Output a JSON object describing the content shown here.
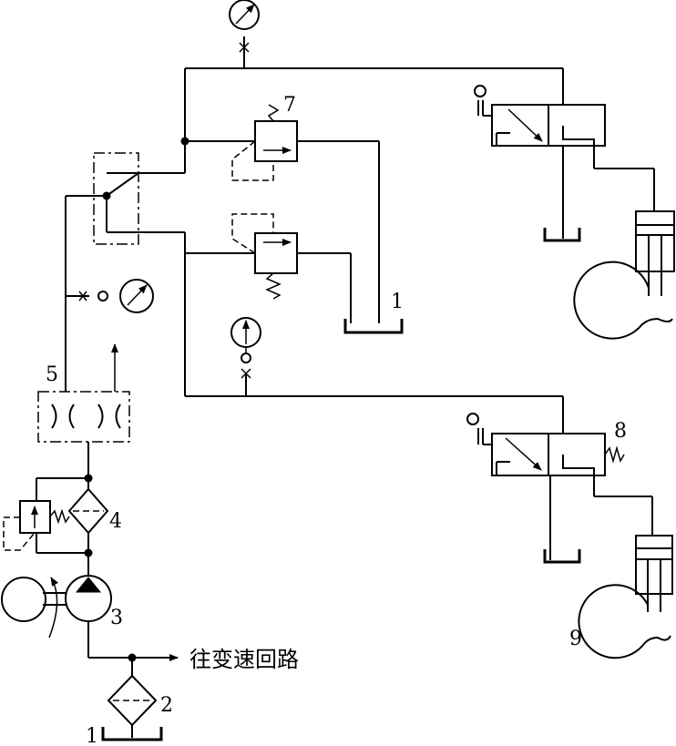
{
  "labels": {
    "tank_bottom": "1",
    "tank_middle": "1",
    "filter": "2",
    "pump": "3",
    "filter_bypass": "4",
    "throttle_block": "5",
    "relief_valve": "7",
    "directional_valve": "8",
    "clutch_cylinder": "9",
    "to_shift_circuit": "往变速回路"
  }
}
